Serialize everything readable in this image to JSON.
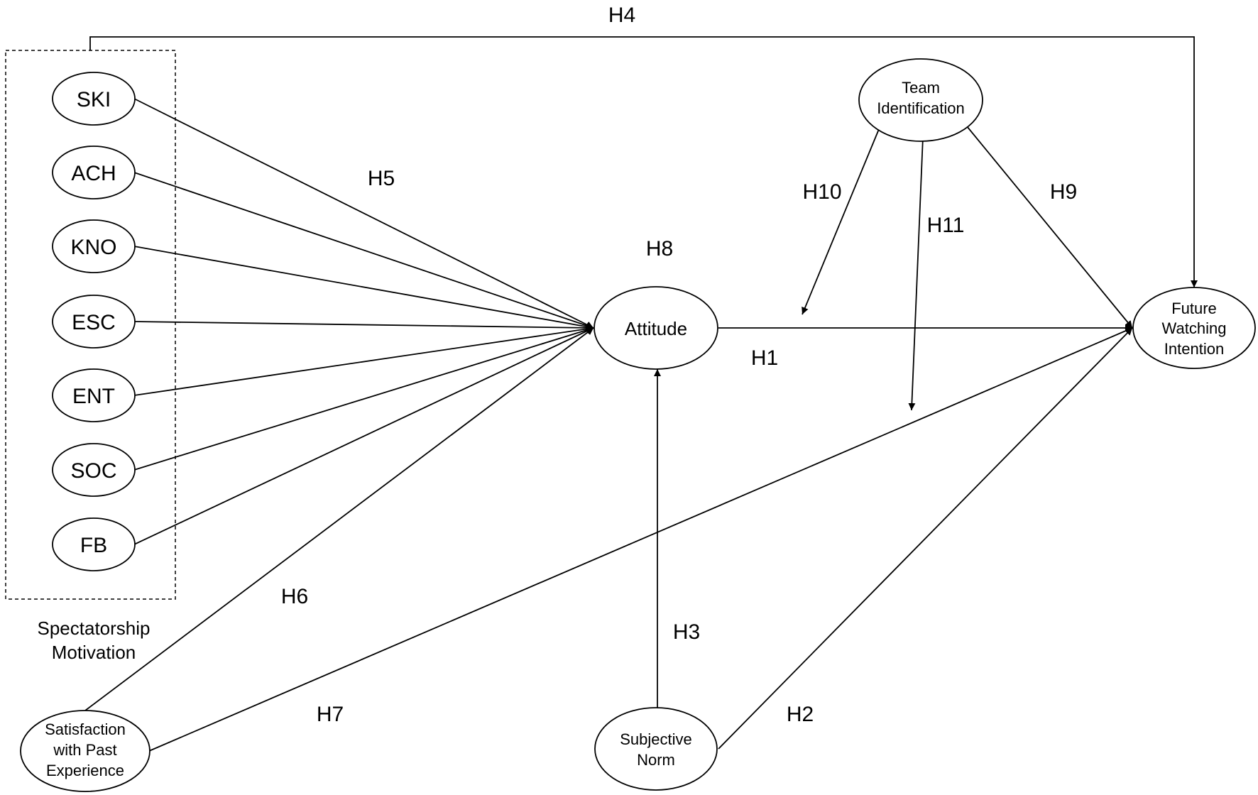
{
  "group": {
    "label_line1": "Spectatorship",
    "label_line2": "Motivation"
  },
  "nodes": {
    "ski": "SKI",
    "ach": "ACH",
    "kno": "KNO",
    "esc": "ESC",
    "ent": "ENT",
    "soc": "SOC",
    "fb": "FB",
    "attitude": "Attitude",
    "team_identification": [
      "Team",
      "Identification"
    ],
    "future_watching_intention": [
      "Future",
      "Watching",
      "Intention"
    ],
    "subjective_norm": [
      "Subjective",
      "Norm"
    ],
    "satisfaction_past_experience": [
      "Satisfaction",
      "with Past",
      "Experience"
    ]
  },
  "hypotheses": {
    "h1": "H1",
    "h2": "H2",
    "h3": "H3",
    "h4": "H4",
    "h5": "H5",
    "h6": "H6",
    "h7": "H7",
    "h8": "H8",
    "h9": "H9",
    "h10": "H10",
    "h11": "H11"
  }
}
